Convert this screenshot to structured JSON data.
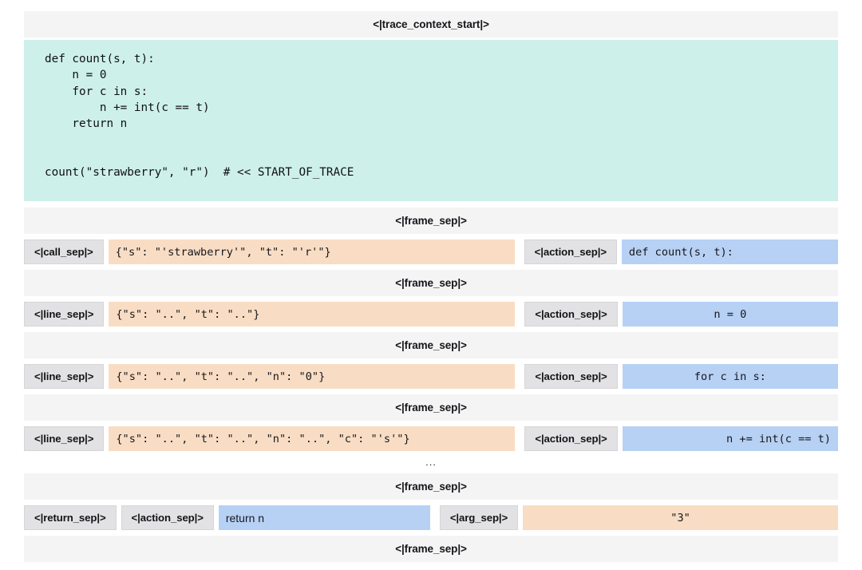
{
  "header": {
    "trace_context_start": "<|trace_context_start|>"
  },
  "code_context": {
    "lines": [
      "def count(s, t):",
      "    n = 0",
      "    for c in s:",
      "        n += int(c == t)",
      "    return n",
      "",
      "",
      "count(\"strawberry\", \"r\")  # << START_OF_TRACE"
    ],
    "source": "def count(s, t):\n    n = 0\n    for c in s:\n        n += int(c == t)\n    return n\n\n\ncount(\"strawberry\", \"r\")  # << START_OF_TRACE"
  },
  "tokens": {
    "frame_sep": "<|frame_sep|>",
    "call_sep": "<|call_sep|>",
    "line_sep": "<|line_sep|>",
    "action_sep": "<|action_sep|>",
    "return_sep": "<|return_sep|>",
    "arg_sep": "<|arg_sep|>"
  },
  "ellipsis": "...",
  "trace_rows": [
    {
      "sep_label": "<|call_sep|>",
      "args": "{\"s\": \"'strawberry'\", \"t\": \"'r'\"}",
      "action_label": "<|action_sep|>",
      "action": "def count(s, t):"
    },
    {
      "sep_label": "<|line_sep|>",
      "args": "{\"s\": \"..\", \"t\": \"..\"}",
      "action_label": "<|action_sep|>",
      "action": "n = 0"
    },
    {
      "sep_label": "<|line_sep|>",
      "args": "{\"s\": \"..\", \"t\": \"..\", \"n\": \"0\"}",
      "action_label": "<|action_sep|>",
      "action": "for c in s:"
    },
    {
      "sep_label": "<|line_sep|>",
      "args": "{\"s\": \"..\", \"t\": \"..\", \"n\": \"..\", \"c\": \"'s'\"}",
      "action_label": "<|action_sep|>",
      "action": "n += int(c == t)"
    }
  ],
  "return_row": {
    "return_label": "<|return_sep|>",
    "action_label": "<|action_sep|>",
    "action": "return n",
    "arg_label": "<|arg_sep|>",
    "arg_value": "\"3\""
  },
  "colors": {
    "code_block_bg": "#cdf0ea",
    "args_bg": "#f8ddc4",
    "action_bg": "#b7d1f5",
    "separator_tag_bg": "#e2e2e4",
    "banner_bg": "#f4f4f5",
    "page_bg": "#ffffff",
    "text": "#16161a"
  }
}
